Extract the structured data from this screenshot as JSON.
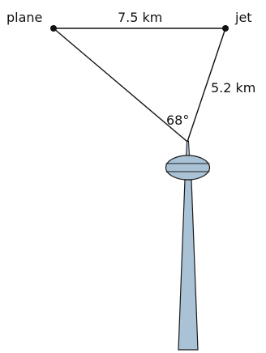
{
  "points": {
    "plane": {
      "label": "plane"
    },
    "jet": {
      "label": "jet"
    }
  },
  "distances": {
    "plane_to_jet": "7.5 km",
    "jet_to_tower": "5.2 km"
  },
  "angle": {
    "label": "68°"
  },
  "colors": {
    "line": "#111111",
    "point": "#111111",
    "tower_fill": "#a9c2d6",
    "tower_stroke": "#1a1a1a"
  }
}
